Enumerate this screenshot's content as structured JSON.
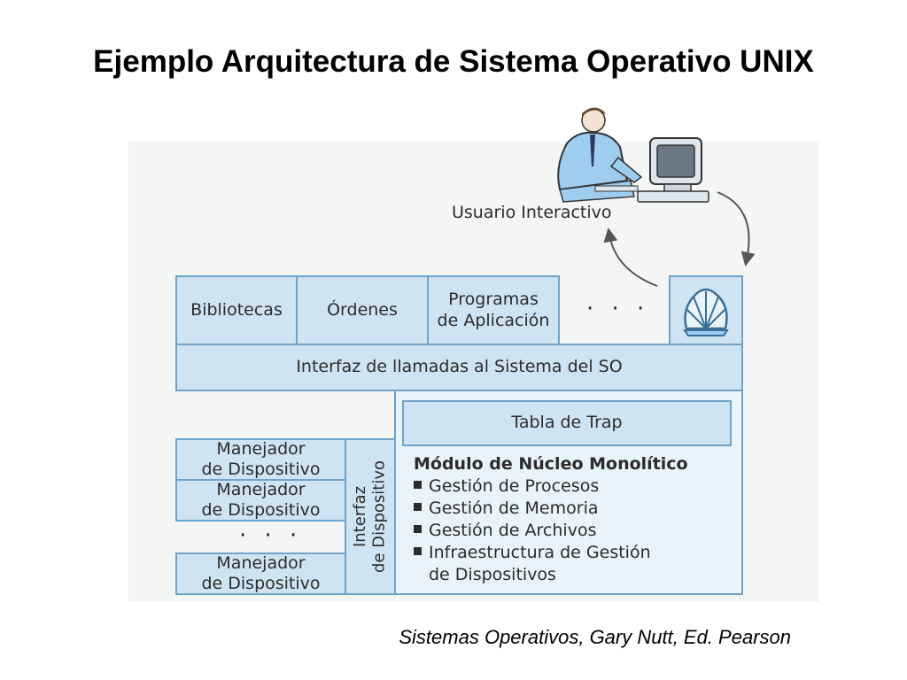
{
  "title": "Ejemplo Arquitectura de Sistema Operativo UNIX",
  "citation": "Sistemas Operativos, Gary Nutt, Ed. Pearson",
  "diagram": {
    "user_label": "Usuario Interactivo",
    "top_row": {
      "libraries": "Bibliotecas",
      "commands": "Órdenes",
      "apps": [
        "Programas",
        "de Aplicación"
      ],
      "ellipsis": "· · ·"
    },
    "syscall_interface": "Interfaz de llamadas al Sistema del SO",
    "trap_table": "Tabla de Trap",
    "device_interface": [
      "Interfaz",
      "de Dispositivo"
    ],
    "drivers": [
      [
        "Manejador",
        "de Dispositivo"
      ],
      [
        "Manejador",
        "de Dispositivo"
      ],
      [
        "Manejador",
        "de Dispositivo"
      ]
    ],
    "drivers_ellipsis": "· · ·",
    "kernel": {
      "title": "Módulo de Núcleo Monolítico",
      "items": [
        "Gestión de Procesos",
        "Gestión de Memoria",
        "Gestión de Archivos",
        "Infraestructura de Gestión"
      ],
      "item_continuation": "de Dispositivos"
    }
  },
  "colors": {
    "box_fill": "#cfe4f3",
    "box_border": "#6fa3c9",
    "text": "#2b2b2b"
  },
  "icons": [
    "user-at-computer-icon",
    "shell-icon"
  ]
}
